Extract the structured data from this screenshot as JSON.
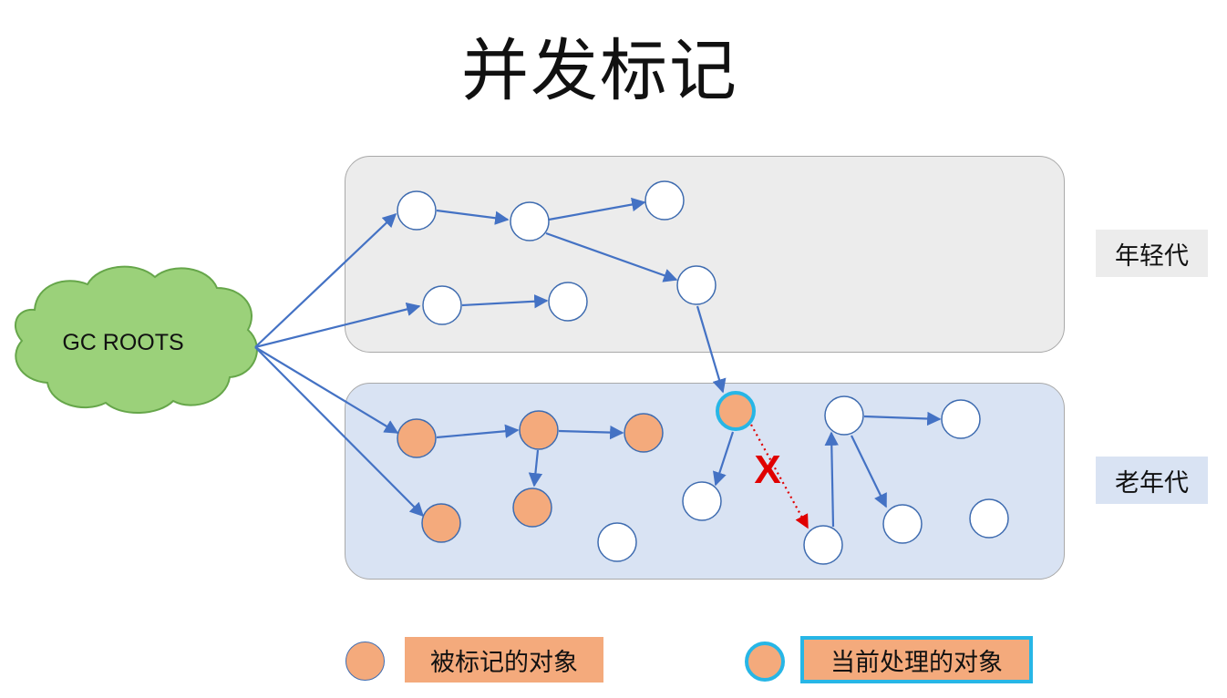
{
  "title": "并发标记",
  "regions": {
    "young_label": "年轻代",
    "old_label": "老年代"
  },
  "root": {
    "label": "GC ROOTS"
  },
  "break_marker": "X",
  "legend": {
    "marked_label": "被标记的对象",
    "current_label": "当前处理的对象"
  },
  "colors": {
    "marked_fill": "#f4aa7c",
    "current_border": "#27b6e6",
    "edge": "#4472c4",
    "broken_edge": "#e00000",
    "root_fill": "#9bd17a",
    "young_bg": "#ececec",
    "old_bg": "#d9e3f3"
  }
}
